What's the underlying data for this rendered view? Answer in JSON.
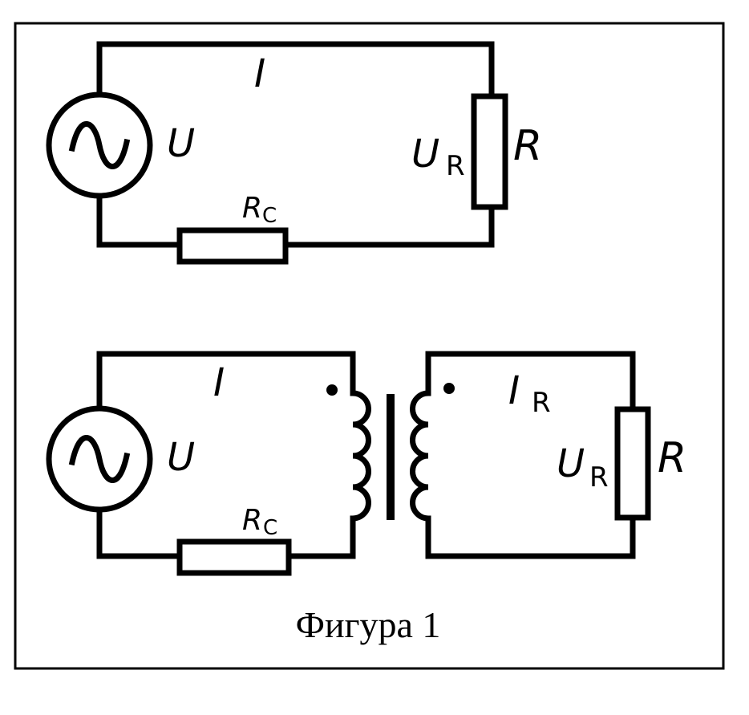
{
  "circuit_top": {
    "current": "I",
    "source_voltage": "U",
    "load_voltage_symbol": "U",
    "load_voltage_sub": "R",
    "load_resistor": "R",
    "series_resistor_symbol": "R",
    "series_resistor_sub": "C"
  },
  "circuit_bottom": {
    "primary_current": "I",
    "secondary_current_symbol": "I",
    "secondary_current_sub": "R",
    "source_voltage": "U",
    "load_voltage_symbol": "U",
    "load_voltage_sub": "R",
    "load_resistor": "R",
    "series_resistor_symbol": "R",
    "series_resistor_sub": "C"
  },
  "caption": "Фигура 1"
}
